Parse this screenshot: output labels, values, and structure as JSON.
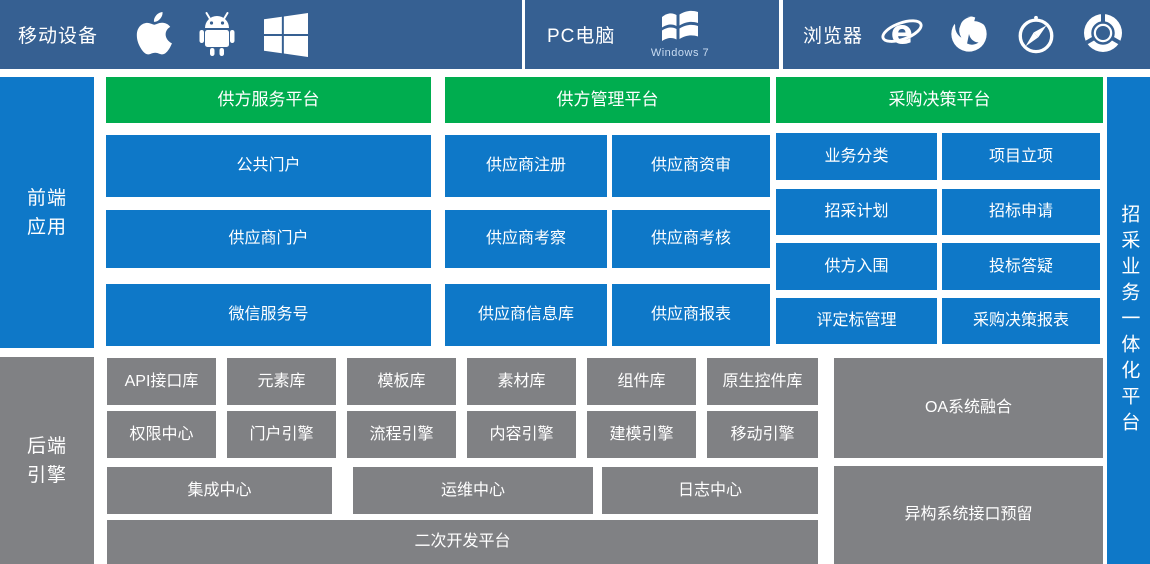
{
  "colors": {
    "topbar_bg": "#366092",
    "box_blue": "#0e78c8",
    "header_green": "#00ad4f",
    "box_gray": "#808184",
    "text": "#ffffff"
  },
  "topbar": {
    "mobile_label": "移动设备",
    "mobile_icons": [
      "apple-icon",
      "android-icon",
      "windows-icon"
    ],
    "pc_label": "PC电脑",
    "pc_icons": [
      "windows7-icon"
    ],
    "windows7_caption": "Windows 7",
    "browser_label": "浏览器",
    "browser_icons": [
      "ie-icon",
      "firefox-icon",
      "safari-icon",
      "chrome-icon"
    ]
  },
  "sidebar_frontend": {
    "lines": [
      "前端",
      "应用"
    ]
  },
  "sidebar_backend": {
    "lines": [
      "后端",
      "引擎"
    ]
  },
  "right_bar_label": "招采业务一体化平台",
  "frontend": {
    "col1": {
      "header": "供方服务平台",
      "items": [
        "公共门户",
        "供应商门户",
        "微信服务号"
      ]
    },
    "col2": {
      "header": "供方管理平台",
      "rows": [
        [
          "供应商注册",
          "供应商资审"
        ],
        [
          "供应商考察",
          "供应商考核"
        ],
        [
          "供应商信息库",
          "供应商报表"
        ]
      ]
    },
    "col3": {
      "header": "采购决策平台",
      "rows": [
        [
          "业务分类",
          "项目立项"
        ],
        [
          "招采计划",
          "招标申请"
        ],
        [
          "供方入围",
          "投标答疑"
        ],
        [
          "评定标管理",
          "采购决策报表"
        ]
      ]
    }
  },
  "backend": {
    "libs_row": [
      "API接口库",
      "元素库",
      "模板库",
      "素材库",
      "组件库",
      "原生控件库"
    ],
    "engines_row": [
      "权限中心",
      "门户引擎",
      "流程引擎",
      "内容引擎",
      "建模引擎",
      "移动引擎"
    ],
    "centers_row": [
      "集成中心",
      "运维中心",
      "日志中心"
    ],
    "dev_platform": "二次开发平台",
    "integration": [
      "OA系统融合",
      "异构系统接口预留"
    ]
  }
}
